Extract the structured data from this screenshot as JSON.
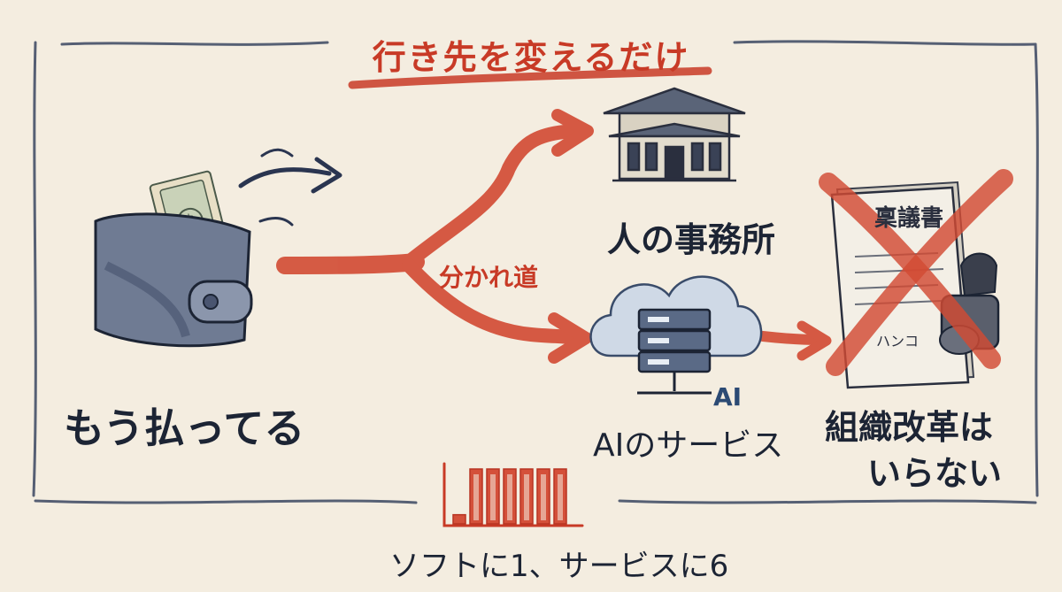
{
  "title": "行き先を変えるだけ",
  "branch_label": "分かれ道",
  "left": {
    "caption": "もう払ってる",
    "icon": "wallet-money-icon"
  },
  "top_destination": {
    "caption": "人の事務所",
    "icon": "office-building-icon"
  },
  "bottom_destination": {
    "caption": "AIのサービス",
    "icon": "ai-server-cloud-icon",
    "badge": "AI"
  },
  "right": {
    "document_title": "稟議書",
    "stamp_label": "ハンコ",
    "caption_line1": "組織改革は",
    "caption_line2": "いらない",
    "icon": "crossed-document-icon"
  },
  "ratio_caption": "ソフトに1、サービスに6",
  "chart_data": {
    "type": "bar",
    "categories": [
      "",
      "",
      "",
      "",
      "",
      "",
      ""
    ],
    "values": [
      1,
      6,
      6,
      6,
      6,
      6,
      6
    ]
  },
  "colors": {
    "accent_red": "#c83a26",
    "ink_navy": "#1c2434",
    "paper": "#f4ede0"
  }
}
